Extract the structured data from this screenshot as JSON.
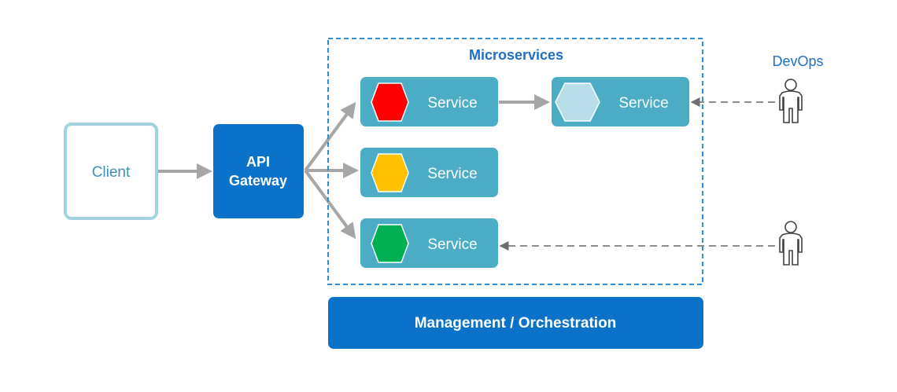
{
  "diagram": {
    "client_label": "Client",
    "gateway_label_line1": "API",
    "gateway_label_line2": "Gateway",
    "microservices_title": "Microservices",
    "devops_label": "DevOps",
    "management_label": "Management / Orchestration",
    "services": [
      {
        "label": "Service",
        "hex_color": "#ff0000"
      },
      {
        "label": "Service",
        "hex_color": "#ffc000"
      },
      {
        "label": "Service",
        "hex_color": "#00b050"
      },
      {
        "label": "Service",
        "hex_color": "#b8dde8"
      }
    ]
  },
  "colors": {
    "client_border": "#9fd3e0",
    "client_text": "#3d8fb3",
    "gateway_fill": "#0a72c8",
    "service_fill": "#4badc5",
    "dashed_border": "#2b8ed6",
    "title_text": "#1f6fc4",
    "management_fill": "#0a72c8",
    "arrow": "#a6a6a6",
    "dashed_arrow": "#8c8c8c",
    "person_stroke": "#404040"
  }
}
